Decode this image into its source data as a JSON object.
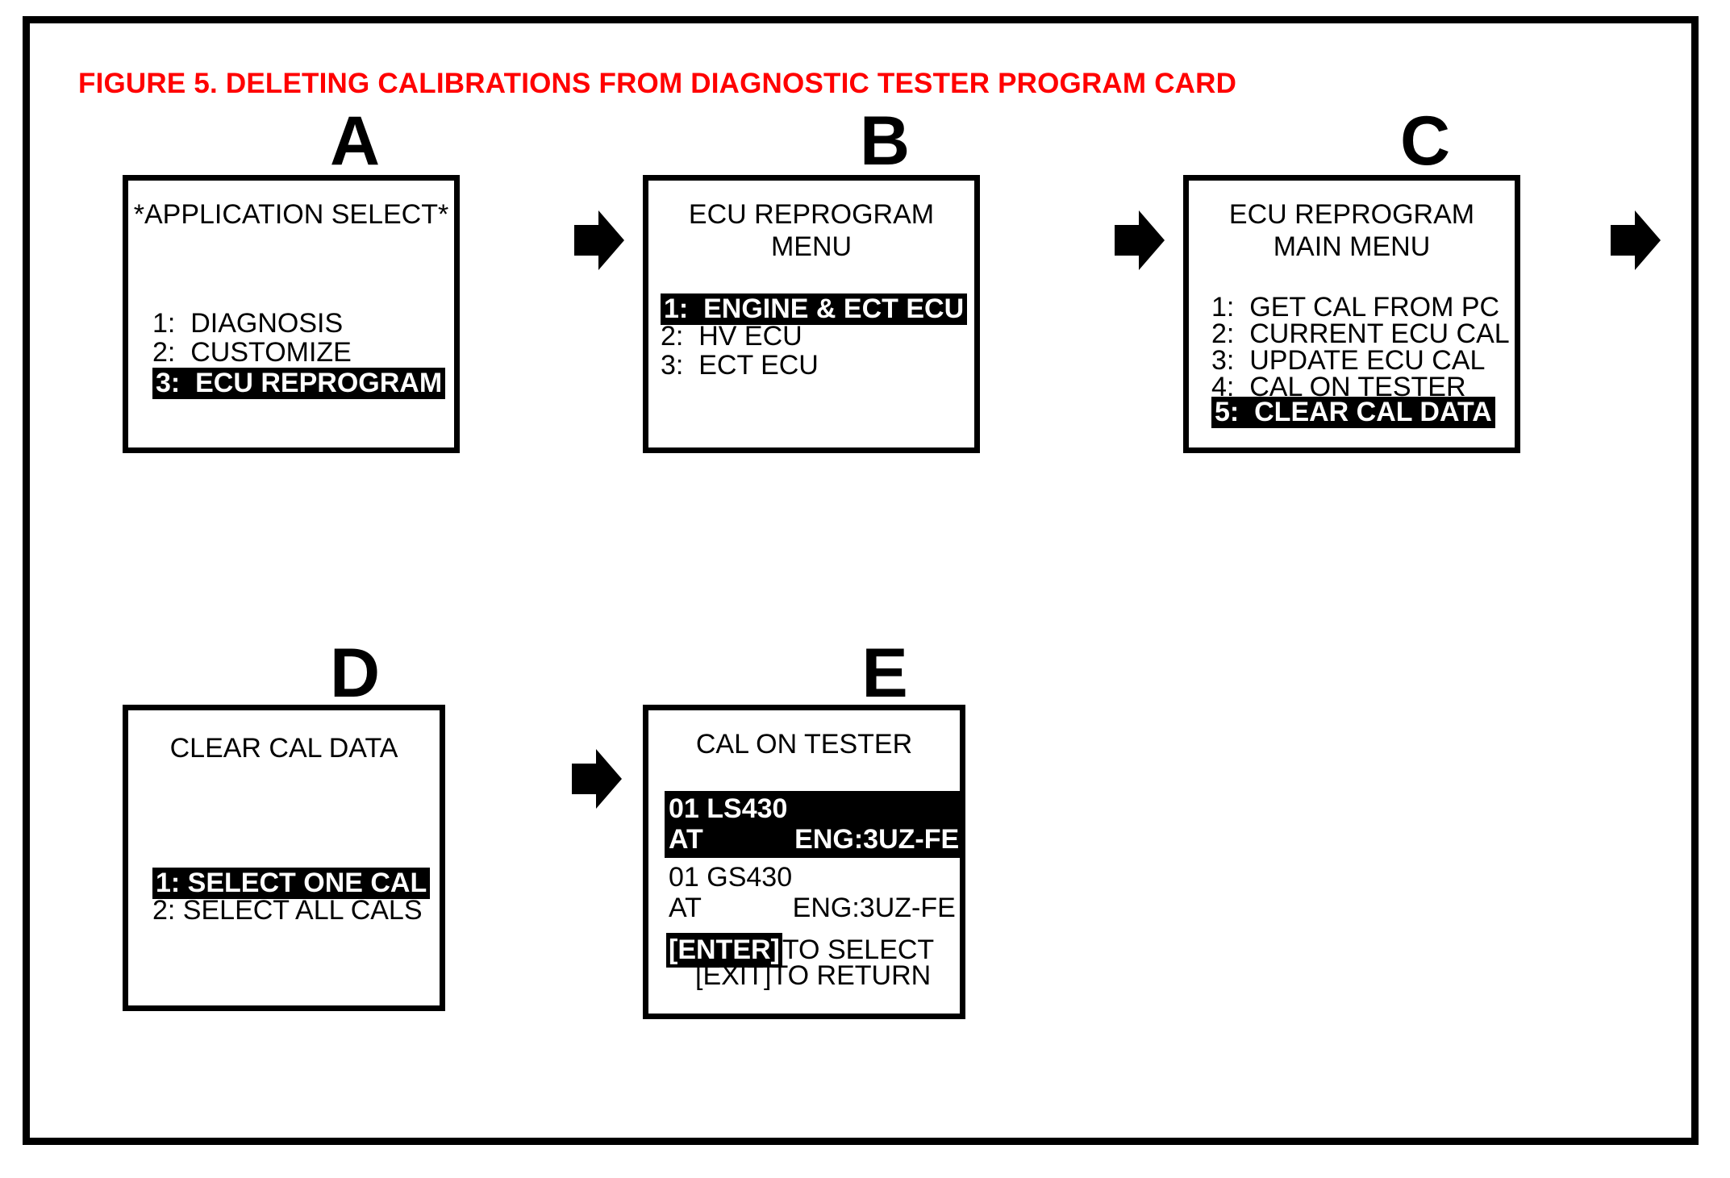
{
  "figure": {
    "title": "FIGURE 5.  DELETING CALIBRATIONS FROM DIAGNOSTIC TESTER PROGRAM CARD",
    "title_color": "#ff0000",
    "frame_color": "#000000",
    "background": "#ffffff"
  },
  "panels": {
    "a": {
      "letter": "A",
      "title": "*APPLICATION SELECT*",
      "items": [
        {
          "label": "1:  DIAGNOSIS",
          "highlighted": false
        },
        {
          "label": "2:  CUSTOMIZE",
          "highlighted": false
        },
        {
          "label": "3:  ECU REPROGRAM",
          "highlighted": true
        }
      ]
    },
    "b": {
      "letter": "B",
      "title": "ECU REPROGRAM\nMENU",
      "items": [
        {
          "label": "1:  ENGINE & ECT ECU",
          "highlighted": true
        },
        {
          "label": "2:  HV ECU",
          "highlighted": false
        },
        {
          "label": "3:  ECT ECU",
          "highlighted": false
        }
      ]
    },
    "c": {
      "letter": "C",
      "title": "ECU REPROGRAM\nMAIN MENU",
      "items": [
        {
          "label": "1:  GET CAL FROM PC",
          "highlighted": false
        },
        {
          "label": "2:  CURRENT ECU CAL",
          "highlighted": false
        },
        {
          "label": "3:  UPDATE ECU CAL",
          "highlighted": false
        },
        {
          "label": "4:  CAL ON TESTER",
          "highlighted": false
        },
        {
          "label": "5:  CLEAR CAL DATA",
          "highlighted": true
        }
      ]
    },
    "d": {
      "letter": "D",
      "title": "CLEAR CAL DATA",
      "items": [
        {
          "label": "1: SELECT ONE CAL",
          "highlighted": true
        },
        {
          "label": "2: SELECT ALL CALS",
          "highlighted": false
        }
      ]
    },
    "e": {
      "letter": "E",
      "title": "CAL ON TESTER",
      "entries": [
        {
          "line1": "01 LS430",
          "line2": "AT            ENG:3UZ-FE",
          "highlighted": true
        },
        {
          "line1": "01 GS430",
          "line2": "AT            ENG:3UZ-FE",
          "highlighted": false
        }
      ],
      "footer": {
        "key_enter": "[ENTER]",
        "enter_action": "TO SELECT",
        "key_exit": "[EXIT]",
        "exit_action": "TO RETURN"
      }
    }
  },
  "arrows": [
    {
      "name": "arrow-a-to-b",
      "direction": "right"
    },
    {
      "name": "arrow-b-to-c",
      "direction": "right"
    },
    {
      "name": "arrow-c-to-d",
      "direction": "right"
    },
    {
      "name": "arrow-d-to-e",
      "direction": "right"
    }
  ]
}
